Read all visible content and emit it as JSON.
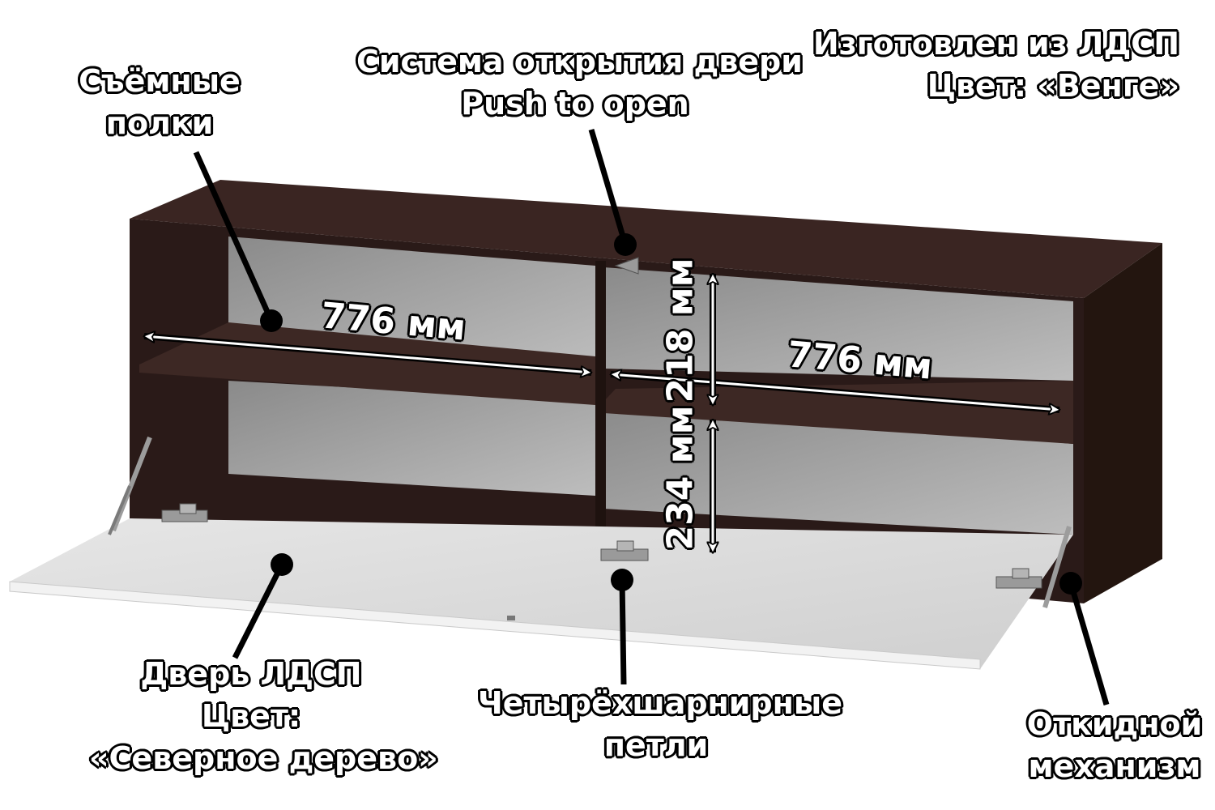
{
  "material": {
    "line1": "Изготовлен из ЛДСП",
    "line2": "Цвет:  «Венге»"
  },
  "shelves": {
    "line1": "Съёмные",
    "line2": "полки"
  },
  "opening_system": {
    "line1": "Система открытия двери",
    "line2": "Push to open"
  },
  "door": {
    "line1": "Дверь ЛДСП",
    "line2": "Цвет:",
    "line3": "«Северное дерево»"
  },
  "hinges": {
    "line1": "Четырёхшарнирные",
    "line2": "петли"
  },
  "mechanism": {
    "line1": "Откидной",
    "line2": "механизм"
  },
  "dimensions": {
    "left_width": "776 мм",
    "right_width": "776 мм",
    "upper_height": "218 мм",
    "lower_height": "234 мм"
  },
  "colors": {
    "body": "#2a1a18",
    "door": "#d8d8d8",
    "back_panel": "#9c9c9c",
    "callout": "#000000"
  }
}
